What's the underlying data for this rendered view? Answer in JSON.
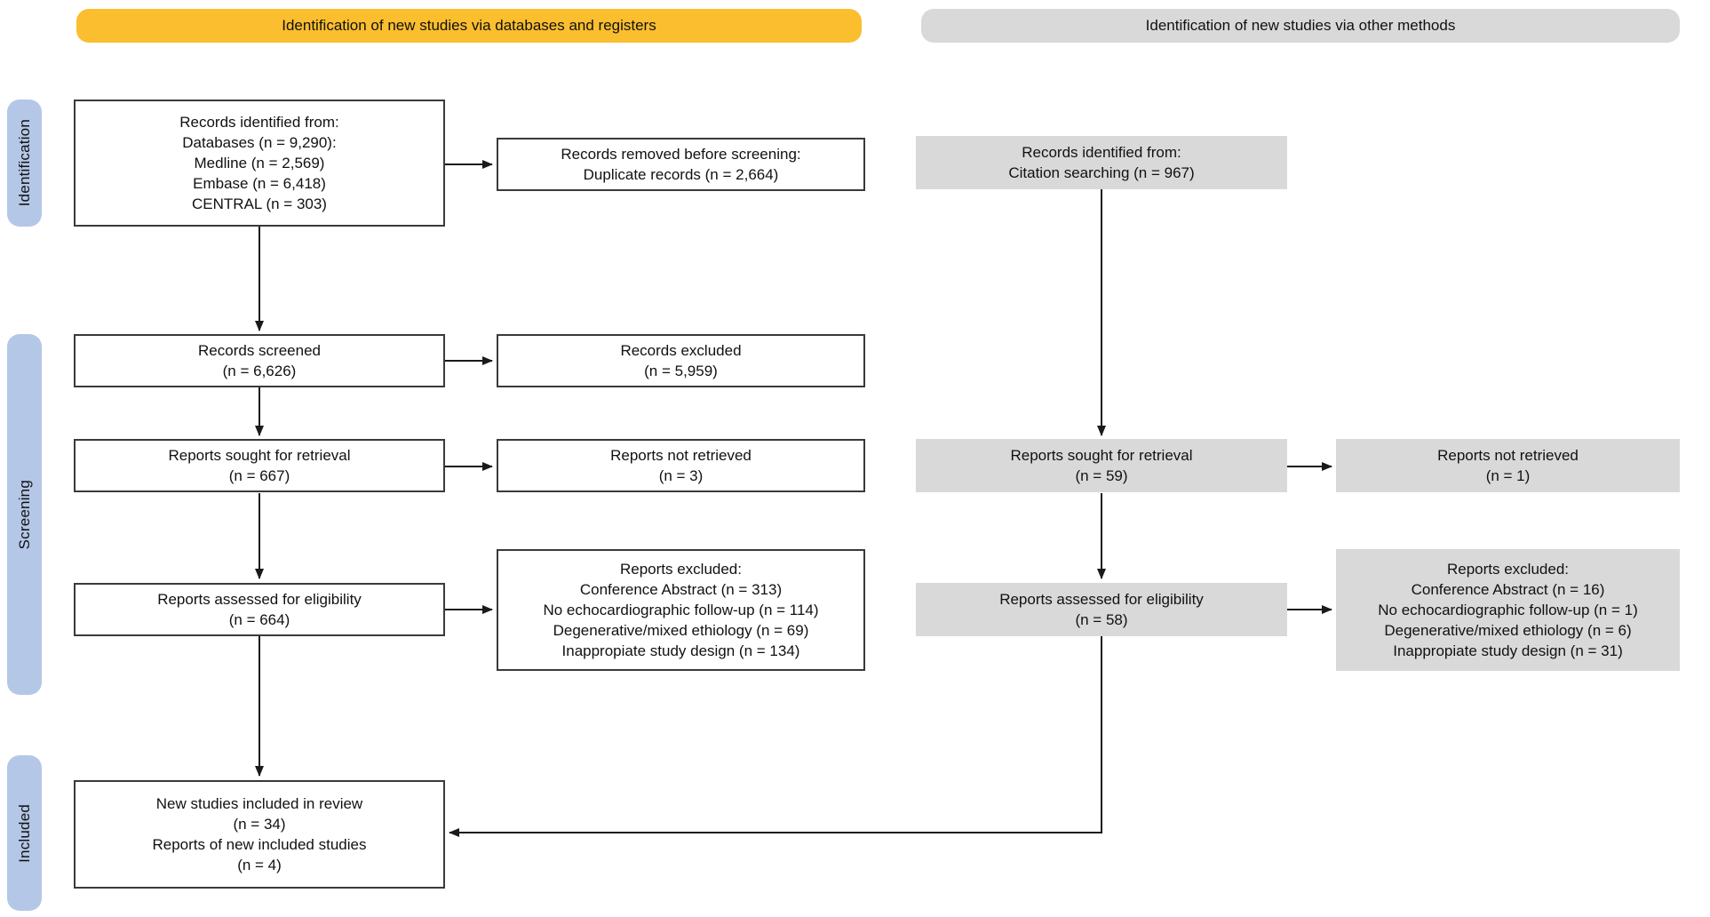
{
  "headers": {
    "databases": "Identification of new studies via databases and registers",
    "other_methods": "Identification of new studies via other methods"
  },
  "stages": {
    "identification": "Identification",
    "screening": "Screening",
    "included": "Included"
  },
  "colors": {
    "header_yellow": "#FBBE2E",
    "box_gray": "#D9D9D9",
    "stage_blue": "#B4C7E7",
    "border_dark": "#3A3A3A",
    "arrow_black": "#1A1A1A"
  },
  "boxes": {
    "db_identified": "Records identified from:\nDatabases (n = 9,290):\nMedline (n = 2,569)\nEmbase (n = 6,418)\nCENTRAL (n = 303)",
    "db_removed": "Records removed before screening:\nDuplicate records (n = 2,664)",
    "db_screened": "Records screened\n(n = 6,626)",
    "db_excluded": "Records excluded\n(n = 5,959)",
    "db_sought": "Reports sought for retrieval\n(n = 667)",
    "db_not_retrieved": "Reports not retrieved\n(n = 3)",
    "db_assessed": "Reports assessed for eligibility\n(n = 664)",
    "db_reports_excluded": "Reports excluded:\nConference Abstract (n = 313)\nNo echocardiographic follow-up (n = 114)\nDegenerative/mixed ethiology (n = 69)\nInappropiate study design (n = 134)",
    "included": "New studies included in review\n(n = 34)\nReports of new included studies\n(n = 4)",
    "other_identified": "Records identified from:\nCitation searching (n = 967)",
    "other_sought": "Reports sought for retrieval\n(n = 59)",
    "other_not_retrieved": "Reports not retrieved\n(n = 1)",
    "other_assessed": "Reports assessed for eligibility\n(n = 58)",
    "other_reports_excluded": "Reports excluded:\nConference Abstract (n = 16)\nNo echocardiographic follow-up (n = 1)\nDegenerative/mixed ethiology (n = 6)\nInappropiate study design (n = 31)"
  }
}
